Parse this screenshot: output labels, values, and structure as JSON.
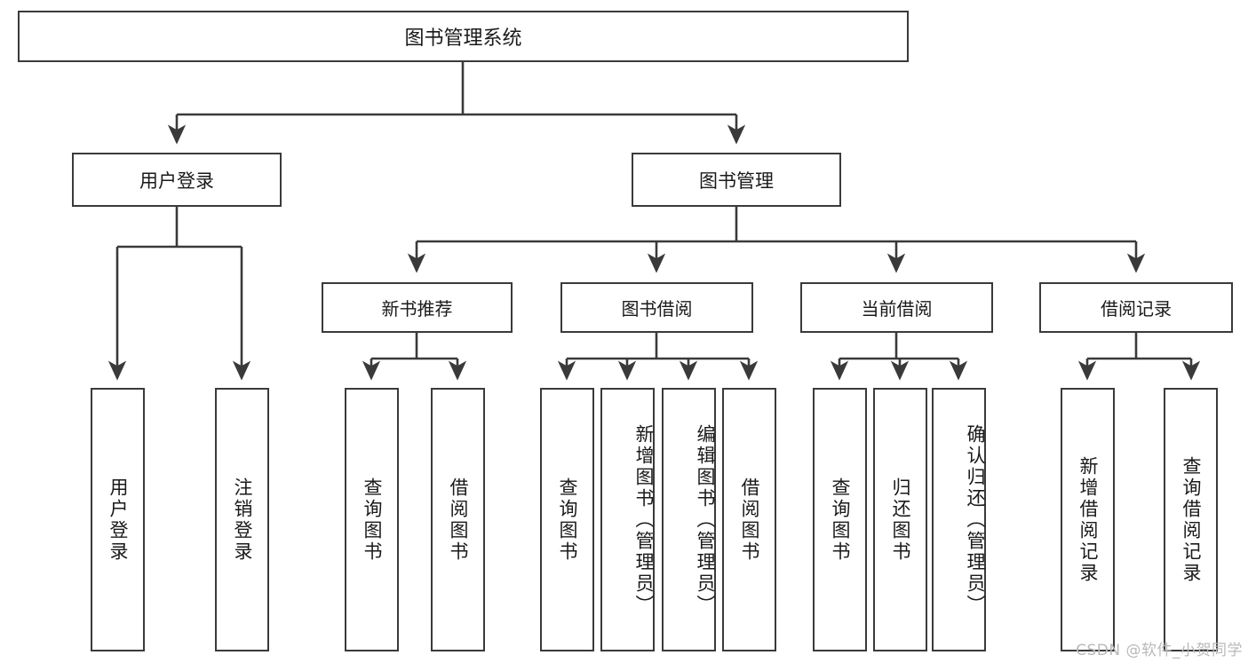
{
  "diagram": {
    "title": "图书管理系统",
    "watermark": "CSDN @软件_小贺同学",
    "line_color": "#3a3a3a",
    "box_border_color": "#3a3a3a",
    "background_color": "#ffffff",
    "text_color": "#1a1a1a"
  },
  "nodes": {
    "root": {
      "label": "图书管理系统"
    },
    "level2": [
      {
        "label": "用户登录"
      },
      {
        "label": "图书管理"
      }
    ],
    "level3": [
      {
        "label": "新书推荐"
      },
      {
        "label": "图书借阅"
      },
      {
        "label": "当前借阅"
      },
      {
        "label": "借阅记录"
      }
    ],
    "leaves_user_login": [
      {
        "label": "用户登录"
      },
      {
        "label": "注销登录"
      }
    ],
    "leaves_new_book": [
      {
        "label": "查询图书"
      },
      {
        "label": "借阅图书"
      }
    ],
    "leaves_borrow": [
      {
        "label": "查询图书"
      },
      {
        "label": "新增图书（管理员）"
      },
      {
        "label": "编辑图书（管理员）"
      },
      {
        "label": "借阅图书"
      }
    ],
    "leaves_current": [
      {
        "label": "查询图书"
      },
      {
        "label": "归还图书"
      },
      {
        "label": "确认归还（管理员）"
      }
    ],
    "leaves_records": [
      {
        "label": "新增借阅记录"
      },
      {
        "label": "查询借阅记录"
      }
    ]
  }
}
